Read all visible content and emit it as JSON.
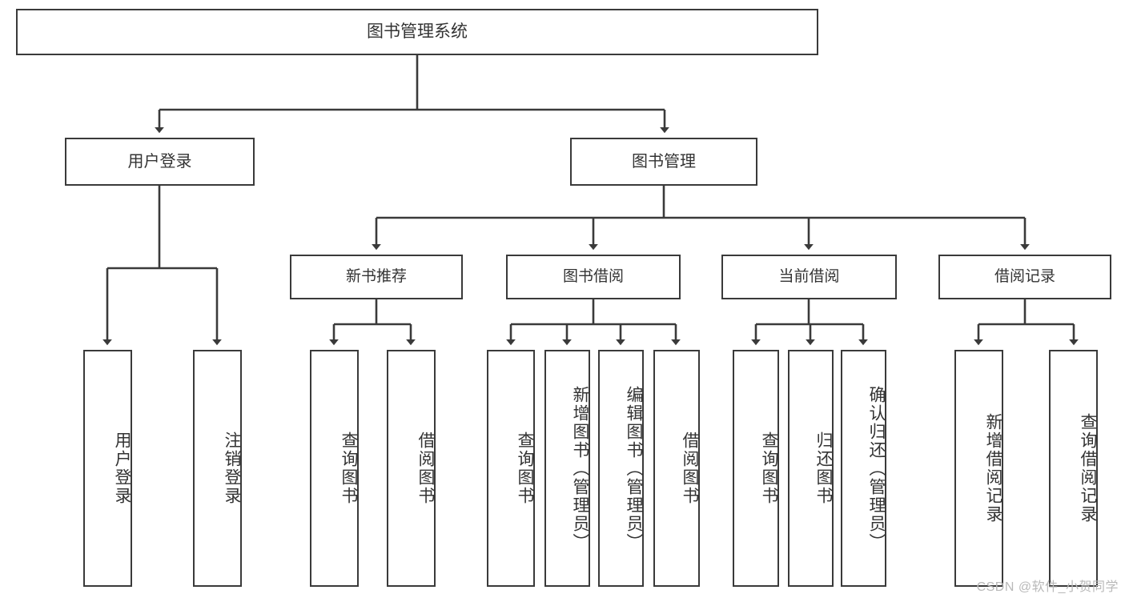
{
  "diagram": {
    "title": "图书管理系统",
    "type": "tree-hierarchy-chart",
    "root": {
      "label": "图书管理系统"
    },
    "level1": [
      {
        "label": "用户登录"
      },
      {
        "label": "图书管理"
      }
    ],
    "level2": [
      {
        "label": "新书推荐"
      },
      {
        "label": "图书借阅"
      },
      {
        "label": "当前借阅"
      },
      {
        "label": "借阅记录"
      }
    ],
    "leaves": {
      "user_login": [
        {
          "label": "用户登录"
        },
        {
          "label": "注销登录"
        }
      ],
      "new_book_recommend": [
        {
          "label": "查询图书"
        },
        {
          "label": "借阅图书"
        }
      ],
      "book_borrow": [
        {
          "label": "查询图书"
        },
        {
          "label": "新增图书（管理员）"
        },
        {
          "label": "编辑图书（管理员）"
        },
        {
          "label": "借阅图书"
        }
      ],
      "current_borrow": [
        {
          "label": "查询图书"
        },
        {
          "label": "归还图书"
        },
        {
          "label": "确认归还（管理员）"
        }
      ],
      "borrow_record": [
        {
          "label": "新增借阅记录"
        },
        {
          "label": "查询借阅记录"
        }
      ]
    }
  },
  "watermark": {
    "text": "CSDN @软件_小贺同学"
  },
  "colors": {
    "border": "#3a3a3a",
    "text": "#333333",
    "background": "#ffffff",
    "watermark": "#b9b9b9"
  }
}
